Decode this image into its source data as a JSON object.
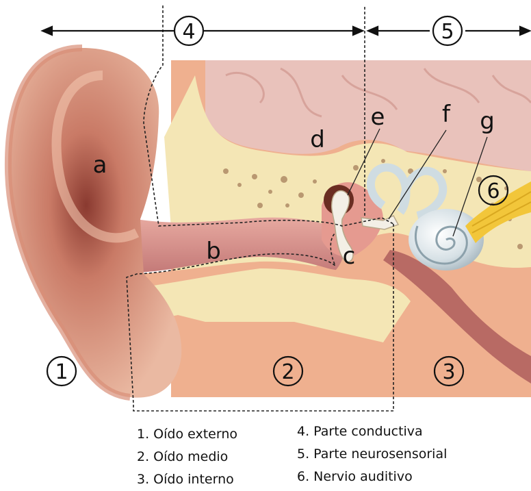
{
  "region_numbers": [
    "1",
    "2",
    "3",
    "4",
    "5",
    "6"
  ],
  "part_letters": [
    "a",
    "b",
    "c",
    "d",
    "e",
    "f",
    "g"
  ],
  "legend": {
    "left": [
      "1. Oído externo",
      "2. Oído medio",
      "3. Oído interno"
    ],
    "right": [
      "4. Parte conductiva",
      "5. Parte neurosensorial",
      "6. Nervio auditivo"
    ]
  },
  "colors": {
    "skin": "#e2a489",
    "skin_dark": "#a64e3e",
    "bone": "#f4e6b5",
    "brain": "#e9c2bb",
    "canal": "#c98686",
    "cochlea": "#dde6ea",
    "nerve": "#f2c63a",
    "tissue": "#efb08f"
  }
}
